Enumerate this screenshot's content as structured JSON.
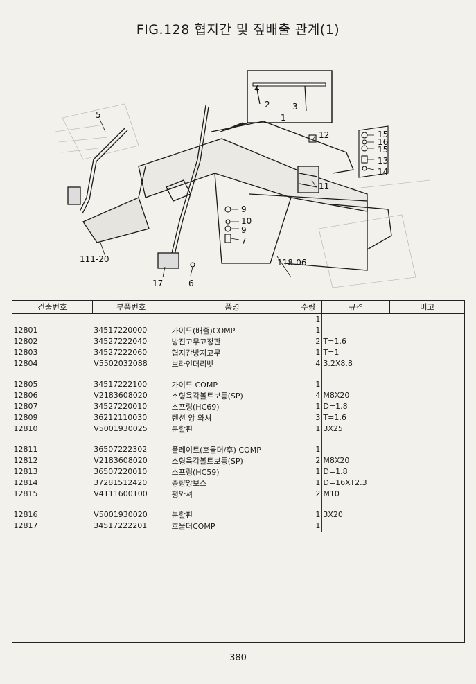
{
  "figure": {
    "title": "FIG.128 협지간 및 짚배출 관계(1)",
    "callouts": {
      "c1": "1",
      "c2": "2",
      "c3": "3",
      "c4": "4",
      "c5": "5",
      "c6": "6",
      "c7": "7",
      "c9a": "9",
      "c10": "10",
      "c9b": "9",
      "c11": "11",
      "c12": "12",
      "c13": "13",
      "c14": "14",
      "c15a": "15",
      "c16": "16",
      "c15b": "15",
      "c17": "17",
      "c111": "111-20",
      "c118": "118-06"
    }
  },
  "table": {
    "headers": [
      "건출번호",
      "부품번호",
      "품명",
      "수량",
      "규격",
      "비고"
    ],
    "rows": [
      {
        "no": "",
        "part": "",
        "name": "",
        "qty": "1",
        "spec": ""
      },
      {
        "no": "12801",
        "part": "34517220000",
        "name": "가이드(배출)COMP",
        "qty": "1",
        "spec": ""
      },
      {
        "no": "12802",
        "part": "34527222040",
        "name": "방진고무고정판",
        "qty": "2",
        "spec": "T=1.6"
      },
      {
        "no": "12803",
        "part": "34527222060",
        "name": "협지간방지고무",
        "qty": "1",
        "spec": "T=1"
      },
      {
        "no": "12804",
        "part": "V5502032088",
        "name": "브라인더리벳",
        "qty": "4",
        "spec": "3.2X8.8"
      },
      {
        "no": "12805",
        "part": "34517222100",
        "name": "가이드 COMP",
        "qty": "1",
        "spec": ""
      },
      {
        "no": "12806",
        "part": "V2183608020",
        "name": "소형육각볼트보통(SP)",
        "qty": "4",
        "spec": "M8X20"
      },
      {
        "no": "12807",
        "part": "34527220010",
        "name": "스프링(HC69)",
        "qty": "1",
        "spec": "D=1.8"
      },
      {
        "no": "12809",
        "part": "36212110030",
        "name": "텐션 앙 와셔",
        "qty": "3",
        "spec": "T=1.6"
      },
      {
        "no": "12810",
        "part": "V5001930025",
        "name": "분할핀",
        "qty": "1",
        "spec": "3X25"
      },
      {
        "no": "12811",
        "part": "36507222302",
        "name": "플레이트(호울더/후) COMP",
        "qty": "1",
        "spec": ""
      },
      {
        "no": "12812",
        "part": "V2183608020",
        "name": "소형육각볼트보통(SP)",
        "qty": "2",
        "spec": "M8X20"
      },
      {
        "no": "12813",
        "part": "36507220010",
        "name": "스프링(HC59)",
        "qty": "1",
        "spec": "D=1.8"
      },
      {
        "no": "12814",
        "part": "37281512420",
        "name": "증량앙보스",
        "qty": "1",
        "spec": "D=16XT2.3"
      },
      {
        "no": "12815",
        "part": "V4111600100",
        "name": "평와셔",
        "qty": "2",
        "spec": "M10"
      },
      {
        "no": "12816",
        "part": "V5001930020",
        "name": "분할핀",
        "qty": "1",
        "spec": "3X20"
      },
      {
        "no": "12817",
        "part": "34517222201",
        "name": "호울더COMP",
        "qty": "1",
        "spec": ""
      }
    ]
  },
  "page_number": "380"
}
